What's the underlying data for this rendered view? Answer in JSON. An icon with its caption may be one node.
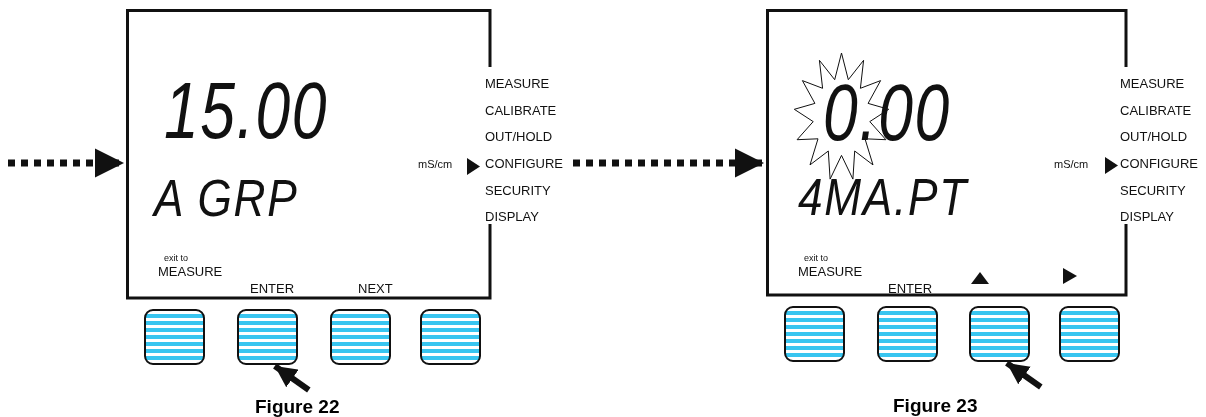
{
  "diagram": {
    "nodes": [
      {
        "text": [
          "15.00",
          "A GRP",
          "mS/cm",
          "MEASURE",
          "CALIBRATE",
          "OUT/HOLD",
          "CONFIGURE",
          "SECURITY",
          "DISPLAY",
          "exit to",
          "MEASURE",
          "ENTER",
          "NEXT"
        ]
      },
      {
        "text": [],
        "shape": "box"
      },
      {
        "text": [],
        "shape": "box"
      },
      {
        "text": [],
        "shape": "box"
      },
      {
        "text": [],
        "shape": "box"
      },
      {
        "text": [
          "0.00",
          "4MA.PT",
          "mS/cm",
          "MEASURE",
          "CALIBRATE",
          "OUT/HOLD",
          "CONFIGURE",
          "SECURITY",
          "DISPLAY",
          "exit to",
          "MEASURE",
          "ENTER"
        ]
      },
      {
        "text": [],
        "shape": "box"
      },
      {
        "text": [],
        "shape": "box"
      },
      {
        "text": [],
        "shape": "box"
      },
      {
        "text": [],
        "shape": "box"
      }
    ],
    "edges": [
      {
        "from": null,
        "to": 0,
        "arrow": "to",
        "style": "dashed"
      },
      {
        "from": 0,
        "to": 5,
        "arrow": "to",
        "style": "dashed"
      },
      {
        "from": null,
        "to": 2,
        "arrow": "to"
      },
      {
        "from": null,
        "to": 8,
        "arrow": "to"
      }
    ],
    "labels": [
      "Figure 22",
      "Figure 23"
    ]
  }
}
